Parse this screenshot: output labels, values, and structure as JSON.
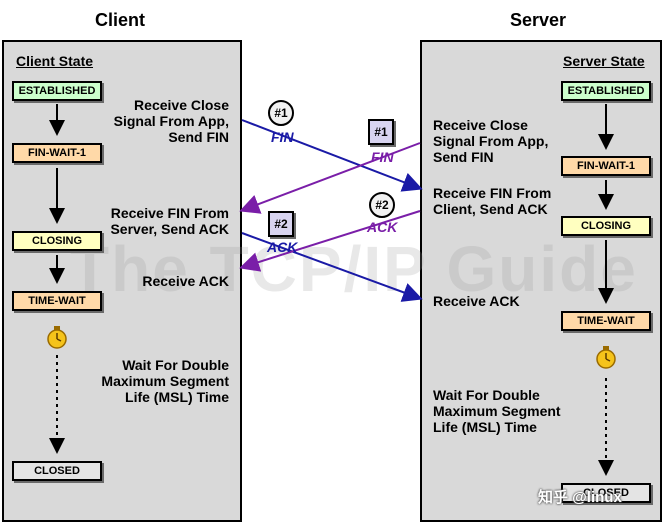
{
  "client": {
    "title": "Client",
    "state_title": "Client State",
    "states": [
      "ESTABLISHED",
      "FIN-WAIT-1",
      "CLOSING",
      "TIME-WAIT",
      "CLOSED"
    ],
    "notes": {
      "close_signal": [
        "Receive Close",
        "Signal From App,",
        "Send FIN"
      ],
      "fin_from_server": [
        "Receive FIN From",
        "Server, Send ACK"
      ],
      "receive_ack": "Receive ACK",
      "wait": [
        "Wait For Double",
        "Maximum Segment",
        "Life (MSL) Time"
      ]
    }
  },
  "server": {
    "title": "Server",
    "state_title": "Server State",
    "states": [
      "ESTABLISHED",
      "FIN-WAIT-1",
      "CLOSING",
      "TIME-WAIT",
      "CLOSED"
    ],
    "notes": {
      "close_signal": [
        "Receive Close",
        "Signal From App,",
        "Send FIN"
      ],
      "fin_from_client": [
        "Receive FIN From",
        "Client, Send ACK"
      ],
      "receive_ack": "Receive ACK",
      "wait": [
        "Wait For Double",
        "Maximum Segment",
        "Life (MSL) Time"
      ]
    }
  },
  "messages": {
    "client_fin": {
      "badge": "#1",
      "label": "FIN"
    },
    "client_ack": {
      "badge": "#2",
      "label": "ACK"
    },
    "server_fin": {
      "badge": "#1",
      "label": "FIN"
    },
    "server_ack": {
      "badge": "#2",
      "label": "ACK"
    }
  },
  "watermark": "The TCP/IP Guide",
  "credit": "知乎 @linux",
  "colors": {
    "client_arrow": "#1a1aa6",
    "server_arrow": "#7a1ea8"
  }
}
